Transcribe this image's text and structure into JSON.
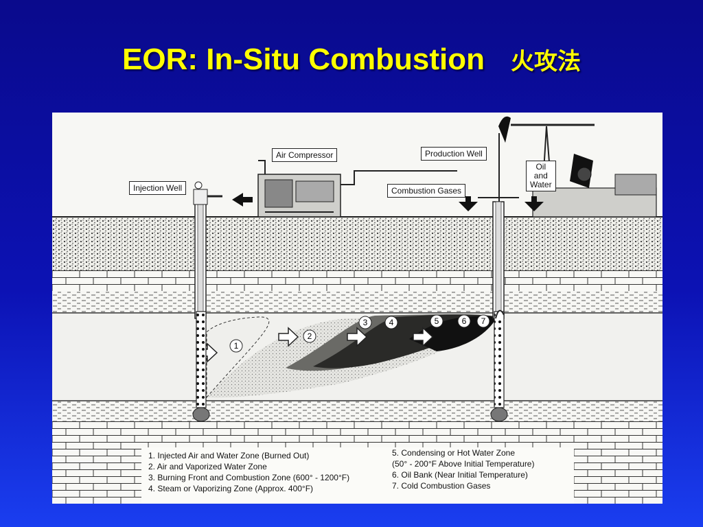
{
  "title": {
    "main": "EOR: In-Situ Combustion",
    "chinese": "火攻法"
  },
  "figure": {
    "labels": {
      "injection_well": "Injection Well",
      "air_compressor": "Air Compressor",
      "production_well": "Production Well",
      "oil_and_water": "Oil\nand\nWater",
      "combustion_gases": "Combustion Gases"
    },
    "zone_markers": [
      "1",
      "2",
      "3",
      "4",
      "5",
      "6",
      "7"
    ],
    "legend_left": [
      {
        "num": "1.",
        "text": "Injected Air and Water Zone (Burned Out)"
      },
      {
        "num": "2.",
        "text": "Air and Vaporized Water Zone"
      },
      {
        "num": "3.",
        "text": "Burning Front and Combustion Zone (600° - 1200°F)"
      },
      {
        "num": "4.",
        "text": "Steam or Vaporizing Zone (Approx. 400°F)"
      }
    ],
    "legend_right": [
      {
        "num": "5.",
        "text": "Condensing or Hot Water Zone"
      },
      {
        "num": "",
        "text": "(50° - 200°F Above Initial Temperature)"
      },
      {
        "num": "6.",
        "text": "Oil Bank (Near Initial Temperature)"
      },
      {
        "num": "7.",
        "text": "Cold Combustion Gases"
      }
    ]
  },
  "colors": {
    "background_top": "#0a0a8c",
    "background_bottom": "#1a3ef0",
    "title": "#ffff00"
  }
}
